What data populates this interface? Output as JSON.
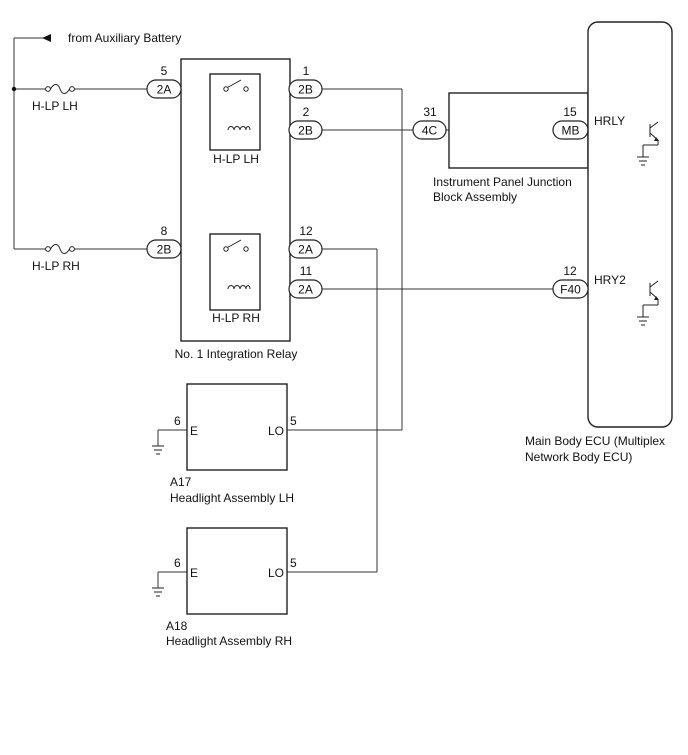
{
  "source_label": "from Auxiliary Battery",
  "fuses": {
    "lh": "H-LP LH",
    "rh": "H-LP RH"
  },
  "relay_block": {
    "name": "No. 1 Integration Relay",
    "relay_lh_label": "H-LP LH",
    "relay_rh_label": "H-LP RH"
  },
  "connectors": {
    "in_lh": {
      "code": "2A",
      "pin": "5"
    },
    "out1": {
      "code": "2B",
      "pin": "1"
    },
    "out2": {
      "code": "2B",
      "pin": "2"
    },
    "in_rh": {
      "code": "2B",
      "pin": "8"
    },
    "out12": {
      "code": "2A",
      "pin": "12"
    },
    "out11": {
      "code": "2A",
      "pin": "11"
    },
    "jb_4c": {
      "code": "4C",
      "pin": "31"
    },
    "jb_mb": {
      "code": "MB",
      "pin": "15"
    },
    "ecu_f40": {
      "code": "F40",
      "pin": "12"
    }
  },
  "junction_block": {
    "line1": "Instrument Panel Junction",
    "line2": "Block Assembly"
  },
  "ecu": {
    "line1": "Main Body ECU (Multiplex",
    "line2": "Network Body ECU)",
    "terminal_hrly": "HRLY",
    "terminal_hry2": "HRY2"
  },
  "headlight_lh": {
    "code": "A17",
    "name": "Headlight Assembly LH",
    "pin_e": "6",
    "label_e": "E",
    "pin_lo": "5",
    "label_lo": "LO"
  },
  "headlight_rh": {
    "code": "A18",
    "name": "Headlight Assembly RH",
    "pin_e": "6",
    "label_e": "E",
    "pin_lo": "5",
    "label_lo": "LO"
  }
}
